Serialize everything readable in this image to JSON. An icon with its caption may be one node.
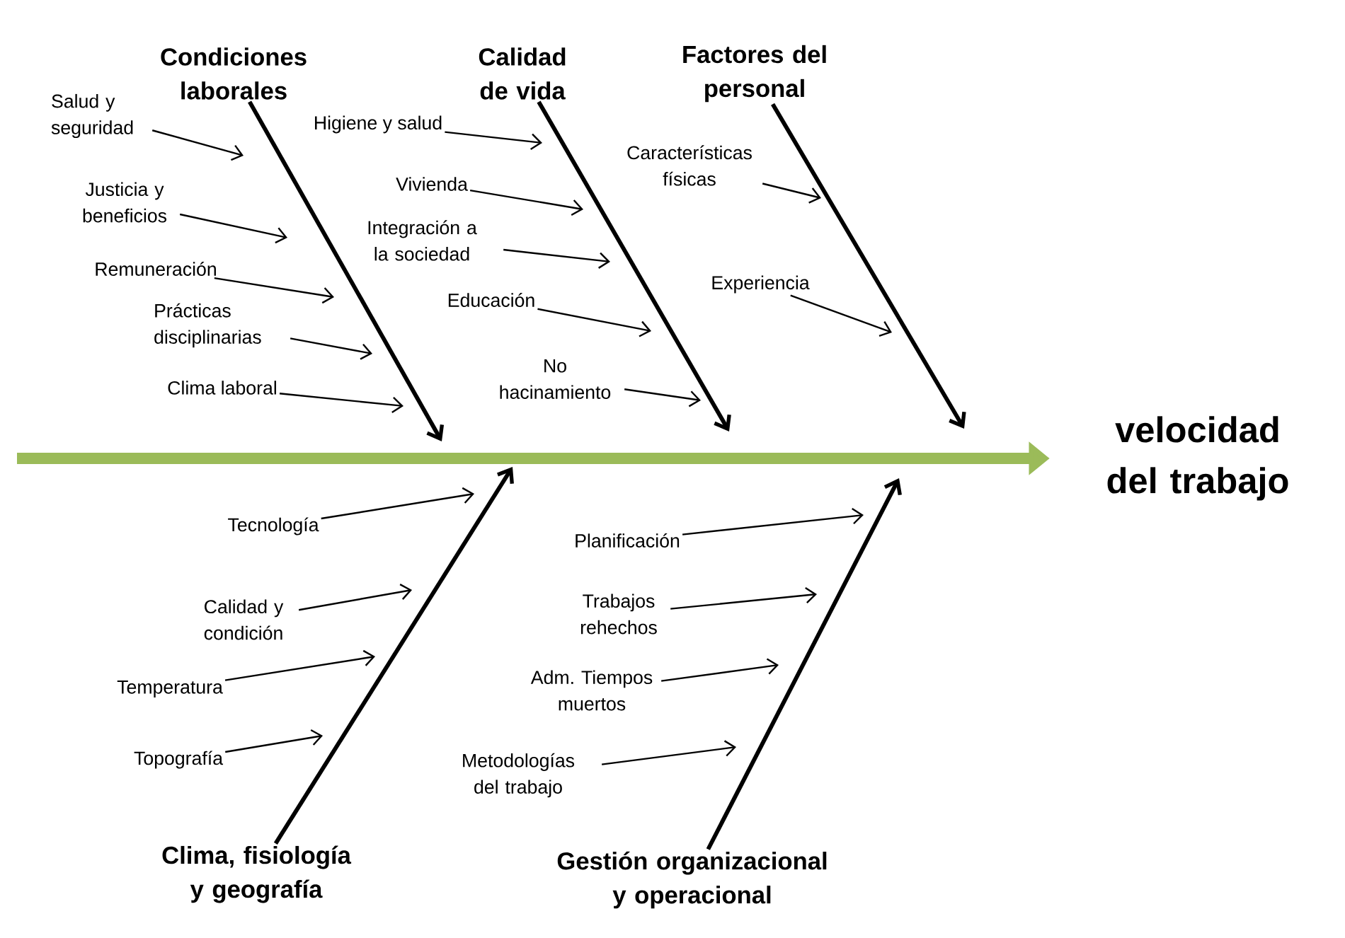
{
  "diagram": {
    "nodes": [
      {
        "text": [
          "Condiciones laborales"
        ]
      },
      {
        "text": [
          "Calidad de vida"
        ]
      },
      {
        "text": [
          "Factores del personal"
        ]
      },
      {
        "text": [
          "velocidad del trabajo"
        ]
      },
      {
        "text": [
          "Clima, fisiología y geografía"
        ]
      },
      {
        "text": [
          "Gestión organizacional y operacional"
        ]
      },
      {
        "text": [
          "Salud y seguridad"
        ]
      },
      {
        "text": [
          "Justicia y beneficios"
        ]
      },
      {
        "text": [
          "Remuneración"
        ]
      },
      {
        "text": [
          "Prácticas disciplinarias"
        ]
      },
      {
        "text": [
          "Clima laboral"
        ]
      },
      {
        "text": [
          "Higiene y salud"
        ]
      },
      {
        "text": [
          "Vivienda"
        ]
      },
      {
        "text": [
          "Integración a la sociedad"
        ]
      },
      {
        "text": [
          "Educación"
        ]
      },
      {
        "text": [
          "No hacinamiento"
        ]
      },
      {
        "text": [
          "Características físicas"
        ]
      },
      {
        "text": [
          "Experiencia"
        ]
      },
      {
        "text": [
          "Tecnología"
        ]
      },
      {
        "text": [
          "Calidad y condición"
        ]
      },
      {
        "text": [
          "Temperatura"
        ]
      },
      {
        "text": [
          "Topografía"
        ]
      },
      {
        "text": [
          "Planificación"
        ]
      },
      {
        "text": [
          "Trabajos rehechos"
        ]
      },
      {
        "text": [
          "Adm. Tiempos muertos"
        ]
      },
      {
        "text": [
          "Metodologías del trabajo"
        ]
      }
    ],
    "edges": [
      {
        "from": null,
        "to": 3,
        "arrow": "to",
        "style": "thick",
        "color": "#9bbb59"
      },
      {
        "from": 0,
        "to": null,
        "arrow": "to",
        "style": "thick"
      },
      {
        "from": 1,
        "to": null,
        "arrow": "to",
        "style": "thick"
      },
      {
        "from": 2,
        "to": null,
        "arrow": "to",
        "style": "thick"
      },
      {
        "from": 4,
        "to": null,
        "arrow": "to",
        "style": "thick"
      },
      {
        "from": 5,
        "to": null,
        "arrow": "to",
        "style": "thick"
      },
      {
        "from": 6,
        "to": null,
        "arrow": "to"
      },
      {
        "from": 7,
        "to": null,
        "arrow": "to"
      },
      {
        "from": 8,
        "to": null,
        "arrow": "to"
      },
      {
        "from": 9,
        "to": null,
        "arrow": "to"
      },
      {
        "from": 10,
        "to": null,
        "arrow": "to"
      },
      {
        "from": 11,
        "to": null,
        "arrow": "to"
      },
      {
        "from": 12,
        "to": null,
        "arrow": "to"
      },
      {
        "from": 13,
        "to": null,
        "arrow": "to"
      },
      {
        "from": 14,
        "to": null,
        "arrow": "to"
      },
      {
        "from": 15,
        "to": null,
        "arrow": "to"
      },
      {
        "from": 16,
        "to": null,
        "arrow": "to"
      },
      {
        "from": 17,
        "to": null,
        "arrow": "to"
      },
      {
        "from": 18,
        "to": null,
        "arrow": "to"
      },
      {
        "from": 19,
        "to": null,
        "arrow": "to"
      },
      {
        "from": 20,
        "to": null,
        "arrow": "to"
      },
      {
        "from": 21,
        "to": null,
        "arrow": "to"
      },
      {
        "from": 22,
        "to": null,
        "arrow": "to"
      },
      {
        "from": 23,
        "to": null,
        "arrow": "to"
      },
      {
        "from": 24,
        "to": null,
        "arrow": "to"
      },
      {
        "from": 25,
        "to": null,
        "arrow": "to"
      }
    ]
  }
}
